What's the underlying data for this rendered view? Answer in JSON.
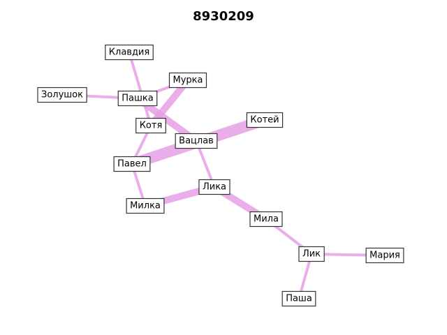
{
  "title": "8930209",
  "colors": {
    "edge": "#e6a0e6",
    "node_fill": "#ffffff",
    "node_border": "#333333"
  },
  "nodes": [
    {
      "id": "klavdiya",
      "label": "Клавдия"
    },
    {
      "id": "murka",
      "label": "Мурка"
    },
    {
      "id": "zolushok",
      "label": "Золушок"
    },
    {
      "id": "pashka",
      "label": "Пашка"
    },
    {
      "id": "kotey",
      "label": "Котей"
    },
    {
      "id": "kotya",
      "label": "Котя"
    },
    {
      "id": "vatslav",
      "label": "Вацлав"
    },
    {
      "id": "pavel",
      "label": "Павел"
    },
    {
      "id": "lika",
      "label": "Лика"
    },
    {
      "id": "milka",
      "label": "Милка"
    },
    {
      "id": "mila",
      "label": "Мила"
    },
    {
      "id": "lik",
      "label": "Лик"
    },
    {
      "id": "mariya",
      "label": "Мария"
    },
    {
      "id": "pasha",
      "label": "Паша"
    }
  ],
  "edges": [
    {
      "source": "klavdiya",
      "target": "kotya",
      "weight": 1
    },
    {
      "source": "zolushok",
      "target": "pashka",
      "weight": 1
    },
    {
      "source": "pashka",
      "target": "vatslav",
      "weight": 3
    },
    {
      "source": "murka",
      "target": "pashka",
      "weight": 1
    },
    {
      "source": "murka",
      "target": "kotya",
      "weight": 3
    },
    {
      "source": "kotya",
      "target": "pavel",
      "weight": 1
    },
    {
      "source": "kotey",
      "target": "pavel",
      "weight": 5
    },
    {
      "source": "vatslav",
      "target": "lika",
      "weight": 1
    },
    {
      "source": "pavel",
      "target": "milka",
      "weight": 1
    },
    {
      "source": "milka",
      "target": "lika",
      "weight": 3
    },
    {
      "source": "lika",
      "target": "mila",
      "weight": 3
    },
    {
      "source": "mila",
      "target": "lik",
      "weight": 1
    },
    {
      "source": "lik",
      "target": "mariya",
      "weight": 1
    },
    {
      "source": "lik",
      "target": "pasha",
      "weight": 1
    }
  ]
}
